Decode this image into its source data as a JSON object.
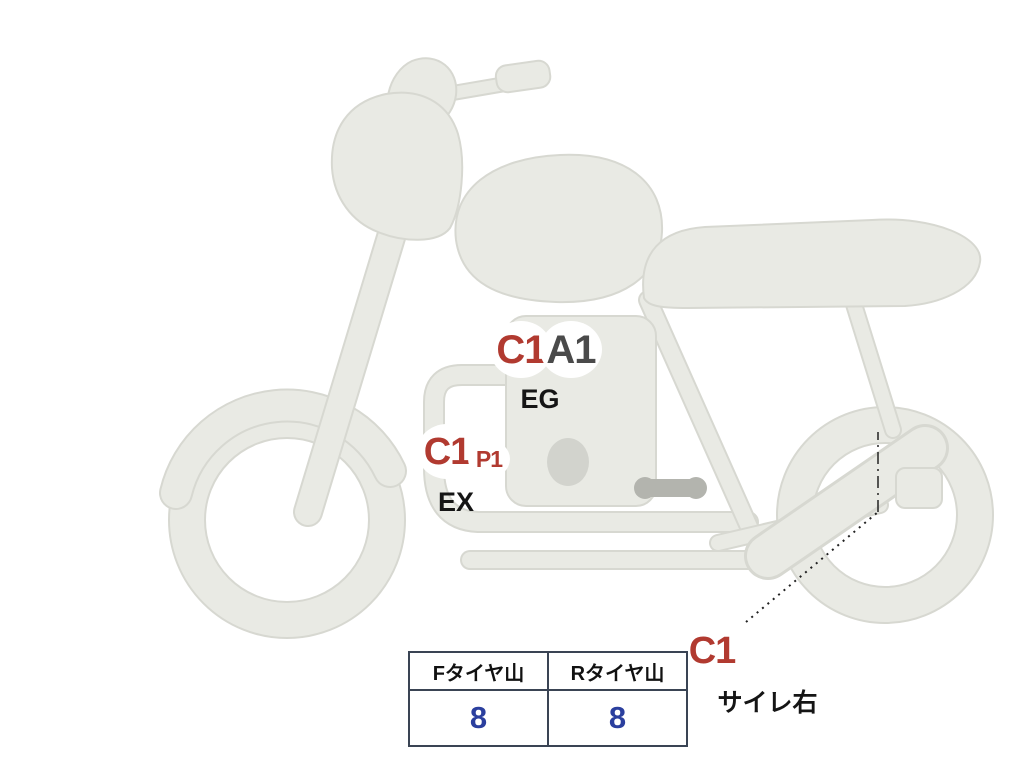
{
  "diagram": {
    "markers": {
      "engine": {
        "primary": "C1",
        "secondary": "A1",
        "label": "EG"
      },
      "exhaust": {
        "primary": "C1",
        "secondary": "P1",
        "label": "EX"
      },
      "silencer_right": {
        "primary": "C1",
        "label": "サイレ右"
      }
    }
  },
  "tread_table": {
    "headers": [
      "Fタイヤ山",
      "Rタイヤ山"
    ],
    "values": [
      "8",
      "8"
    ]
  },
  "colors": {
    "damage_code_red": "#b13a30",
    "damage_code_dark": "#4a4a4a",
    "tread_value_blue": "#2b3f9e",
    "body_fill": "#e9eae4",
    "body_outline": "#d7d8d1",
    "table_border": "#3a4454"
  }
}
